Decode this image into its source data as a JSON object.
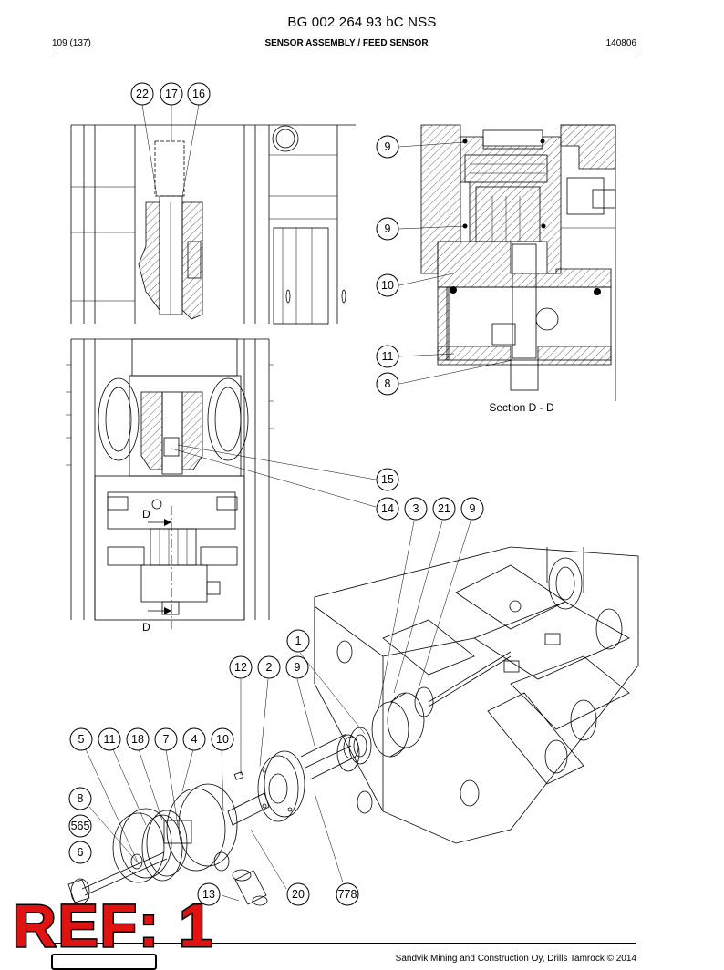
{
  "header": {
    "doc_title": "BG 002 264 93 bC NSS",
    "page": "109 (137)",
    "section": "SENSOR ASSEMBLY / FEED SENSOR",
    "date_code": "140806"
  },
  "section_view": {
    "label": "Section D - D",
    "marker_top": "D",
    "marker_bottom": "D"
  },
  "callouts": [
    "22",
    "17",
    "16",
    "9",
    "9",
    "10",
    "11",
    "8",
    "15",
    "14",
    "3",
    "21",
    "9",
    "1",
    "12",
    "2",
    "9",
    "5",
    "11",
    "18",
    "7",
    "4",
    "10",
    "8",
    "565",
    "6",
    "13",
    "20",
    "778"
  ],
  "footer": {
    "copyright": "Sandvik Mining and Construction Oy, Drills Tamrock © 2014",
    "stamp": "REF: 1"
  }
}
